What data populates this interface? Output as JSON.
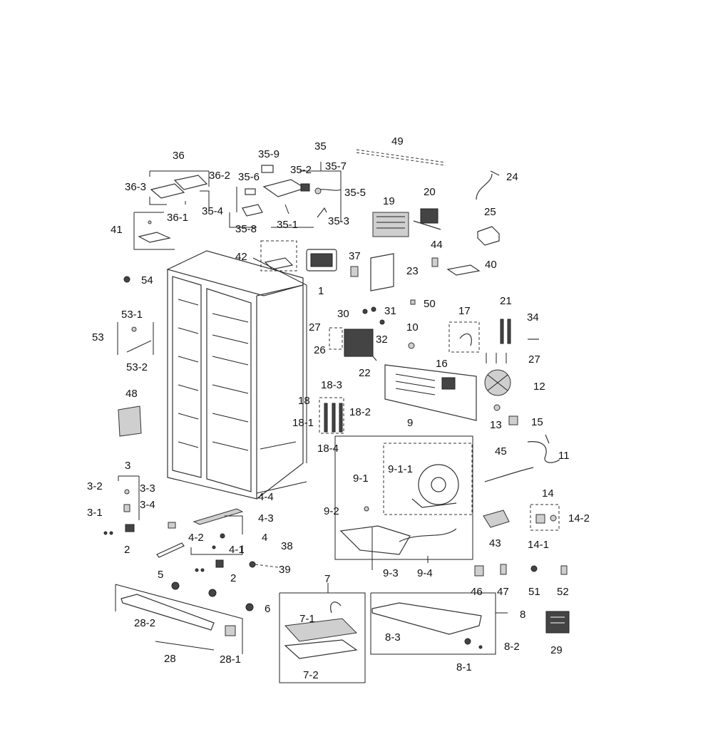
{
  "labels": {
    "l49": "49",
    "l36": "36",
    "l35_9": "35-9",
    "l35": "35",
    "l36_2": "36-2",
    "l35_6": "35-6",
    "l35_2": "35-2",
    "l35_7": "35-7",
    "l24": "24",
    "l36_3": "36-3",
    "l35_5": "35-5",
    "l19": "19",
    "l20": "20",
    "l35_4": "35-4",
    "l25": "25",
    "l36_1": "36-1",
    "l35_3": "35-3",
    "l35_8": "35-8",
    "l35_1": "35-1",
    "l41": "41",
    "l42": "42",
    "l37": "37",
    "l44": "44",
    "l23": "23",
    "l40": "40",
    "l54": "54",
    "l1": "1",
    "l50": "50",
    "l30": "30",
    "l31": "31",
    "l21": "21",
    "l17": "17",
    "l34": "34",
    "l53_1": "53-1",
    "l27a": "27",
    "l32": "32",
    "l10": "10",
    "l53": "53",
    "l26": "26",
    "l27b": "27",
    "l53_2": "53-2",
    "l22": "22",
    "l16": "16",
    "l12": "12",
    "l48": "48",
    "l18_3": "18-3",
    "l18": "18",
    "l18_2": "18-2",
    "l18_1": "18-1",
    "l13": "13",
    "l15": "15",
    "l9": "9",
    "l18_4": "18-4",
    "l45": "45",
    "l11": "11",
    "l9_1_1": "9-1-1",
    "l9_1": "9-1",
    "l3": "3",
    "l14": "14",
    "l3_2": "3-2",
    "l3_3": "3-3",
    "l4_4": "4-4",
    "l3_1": "3-1",
    "l3_4": "3-4",
    "l9_2": "9-2",
    "l14_2": "14-2",
    "l4_3": "4-3",
    "l43": "43",
    "l14_1": "14-1",
    "l4_2": "4-2",
    "l4": "4",
    "l2a": "2",
    "l4_1": "4-1",
    "l38": "38",
    "l5": "5",
    "l2b": "2",
    "l39": "39",
    "l9_3": "9-3",
    "l9_4": "9-4",
    "l46": "46",
    "l47": "47",
    "l51": "51",
    "l52": "52",
    "l7": "7",
    "l6": "6",
    "l8": "8",
    "l7_1": "7-1",
    "l28_2": "28-2",
    "l8_3": "8-3",
    "l8_2": "8-2",
    "l29": "29",
    "l28": "28",
    "l28_1": "28-1",
    "l8_1": "8-1",
    "l7_2": "7-2"
  }
}
